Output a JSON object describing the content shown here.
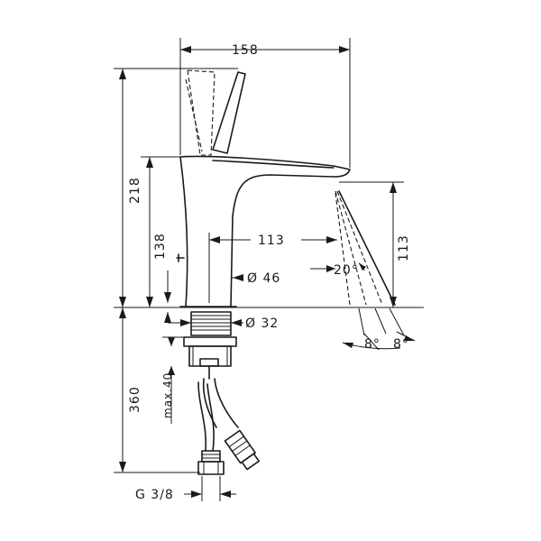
{
  "dimensions": {
    "width_top": "158",
    "height_total": "218",
    "height_spout": "138",
    "reach": "113",
    "spout_height": "113",
    "body_diameter": "Ø 46",
    "thread_diameter": "Ø 32",
    "max_thickness": "max.40",
    "hose_length": "360",
    "connection": "G 3/8",
    "spray_angle": "20°",
    "angle_left": "8°",
    "angle_right": "8°"
  }
}
